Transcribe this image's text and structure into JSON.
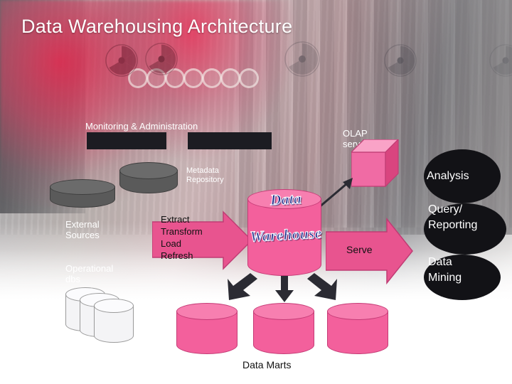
{
  "slide": {
    "title": "Data Warehousing Architecture",
    "labels": {
      "monitoring": "Monitoring & Administration",
      "metadata_repository": "Metadata\nRepository",
      "olap_servers": "OLAP\nservers",
      "external_sources": "External\nSources",
      "operational_dbs": "Operational\ndbs",
      "etl": "Extract\nTransform\nLoad\nRefresh",
      "data_warehouse_word": "Data",
      "data_warehouse_word2": "Warehouse",
      "serve": "Serve",
      "data_marts": "Data Marts",
      "analysis": "Analysis",
      "query_reporting": "Query/\nReporting",
      "data_mining": "Data\nMining"
    },
    "colors": {
      "title_text": "#ffffff",
      "bar_dark": "#1c1c22",
      "cylinder_pink": "#f3609c",
      "cylinder_pink_top": "#f77fb0",
      "cylinder_gray": "#5a5a5a",
      "arrow_pink": "#e8548f",
      "cube_pink": "#f06ba4",
      "ellipse_black": "#121216",
      "wordart_blue": "#1b2a8a",
      "label_white": "#ffffff",
      "label_dark": "#111111"
    }
  }
}
